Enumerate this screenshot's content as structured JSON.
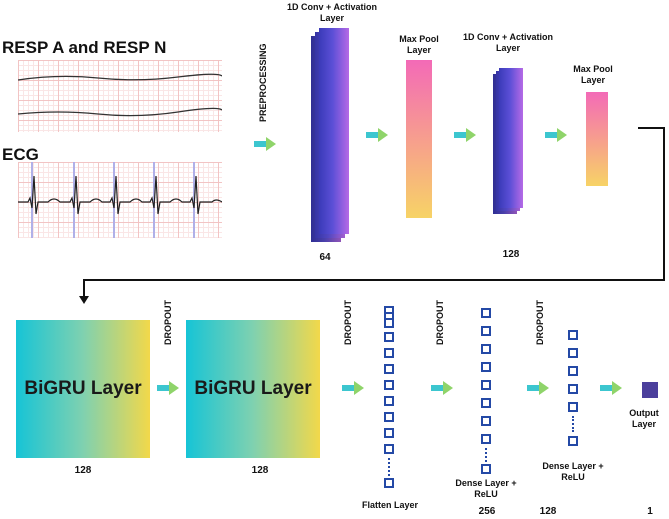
{
  "signals": {
    "resp_title": "RESP A and RESP N",
    "ecg_title": "ECG"
  },
  "labels": {
    "preprocessing": "PREPROCESSING",
    "conv1": "1D Conv + Activation Layer",
    "pool1": "Max Pool Layer",
    "conv2": "1D Conv + Activation Layer",
    "pool2": "Max Pool Layer",
    "conv1_size": "64",
    "conv2_size": "128",
    "bigru1": "BiGRU Layer",
    "bigru2": "BiGRU Layer",
    "bigru1_size": "128",
    "bigru2_size": "128",
    "dropout": "DROPOUT",
    "flatten": "Flatten Layer",
    "dense1": "Dense Layer + ReLU",
    "dense1_size": "256",
    "dense2": "Dense Layer + ReLU",
    "dense2_size": "128",
    "output": "Output Layer",
    "output_size": "1"
  },
  "colors": {
    "arrow": "#3cc6cf",
    "neuron": "#2449a6",
    "output_unit": "#4b3f9c"
  }
}
